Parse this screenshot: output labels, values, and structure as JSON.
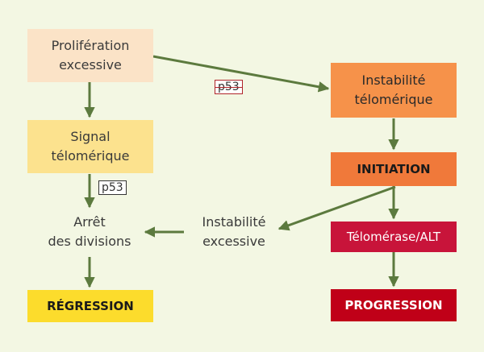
{
  "nodes": {
    "proliferation": "Prolifération\nexcessive",
    "signal": "Signal\ntélomérique",
    "arret": "Arrêt\ndes divisions",
    "regression": "RÉGRESSION",
    "instabilite_telomerique": "Instabilité\ntélomérique",
    "initiation": "INITIATION",
    "instabilite_excessive": "Instabilité\nexcessive",
    "telomerase": "Télomérase/ALT",
    "progression": "PROGRESSION"
  },
  "tags": {
    "p53_inhibited": "p53",
    "p53": "p53"
  },
  "colors": {
    "arrow": "#5c7a3e",
    "proliferation_fill": "#fbe3c7",
    "signal_fill": "#fce28e",
    "regression_fill": "#fcdc2c",
    "instabilite_fill": "#f6924a",
    "initiation_fill": "#f0793a",
    "telomerase_fill": "#c8143a",
    "progression_fill": "#c00018"
  }
}
